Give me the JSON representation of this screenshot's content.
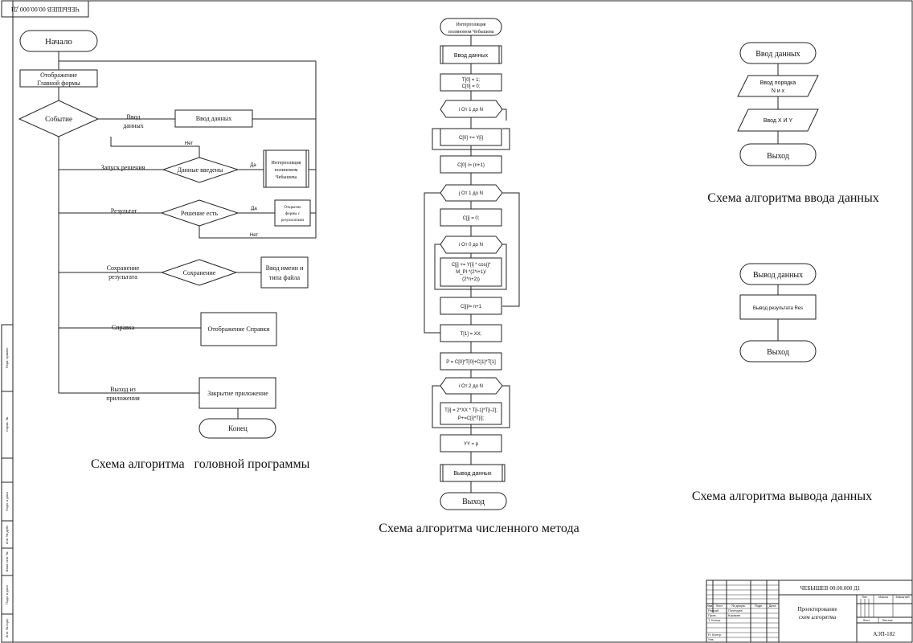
{
  "corner_stamp": "ЧЕБЫШЕВ 00.00.000 Д1",
  "main_program": {
    "start": "Начало",
    "display_main_form": [
      "Отображение",
      "Главной формы"
    ],
    "event": "Событие",
    "data_entry_label": [
      "Ввод",
      "данных"
    ],
    "data_entry_box": "Ввод данных",
    "no_label_1": "Нет",
    "run_solution_label": "Запуск решения",
    "data_entered": "Данные введены",
    "yes_label_1": "Да",
    "interpolation_box": [
      "Интерполяция",
      "полиномом",
      "Чебышева"
    ],
    "result_label": "Результат",
    "solution_exists": "Решение есть",
    "yes_label_2": "Да",
    "open_result_form": [
      "Открытие",
      "формы с",
      "результатами"
    ],
    "no_label_2": "Нет",
    "save_result_label": [
      "Сохранение",
      "результата"
    ],
    "saving": "Сохранение",
    "enter_file_name": [
      "Ввод имени и",
      "типа файла"
    ],
    "help_label": "Справка",
    "show_help": "Отображение Справки",
    "exit_label": [
      "Выход из",
      "приложения"
    ],
    "close_app": "Закрытие приложение",
    "end": "Конец",
    "caption": "Схема алгоритма   головной программы"
  },
  "numeric_method": {
    "title": [
      "Интерполяция",
      "полиномом Чебышева"
    ],
    "input": "Ввод данных",
    "step_init": [
      "T[0] = 1;",
      "C[0] = 0;"
    ],
    "loop_i1": "i От 1 до N",
    "step_c0": "C[0] += Y[i]",
    "step_c0_div": "C[0] /= (n+1)",
    "loop_j1": "j От 1 до N",
    "step_cj0": "C[j] = 0;",
    "loop_i0": "i От 0 до N",
    "step_cj_sum": [
      "C[j] += Y[i] * cos(j*",
      "M_PI *(2*i+1)/",
      "(2*n+2))"
    ],
    "step_cj_div": "C[j]/= n+1",
    "step_t1": "T[1] = XX;",
    "step_p": "P = C[0]*T[0]+C[1]*T[1]",
    "loop_i2": "i От 2 до N",
    "step_ti": [
      "T[i] = 2*XX * T[i-1]*T[i-2];",
      "P+=C[i]*T[i];"
    ],
    "step_yy": "YY = p",
    "output": "Вывод данных",
    "exit": "Выход",
    "caption": "Схема алгоритма численного метода"
  },
  "input_algorithm": {
    "start": "Ввод данных",
    "order_input": [
      "Ввод порядка",
      "N и х"
    ],
    "xy_input": "Ввод Х И Y",
    "exit": "Выход",
    "caption": "Схема алгоритма ввода данных"
  },
  "output_algorithm": {
    "start": "Вывод данных",
    "output_box": "Вывод результата Res",
    "exit": "Выход",
    "caption": "Схема алгоритма вывода данных"
  },
  "title_block": {
    "designation": "ЧЕБЫШЕВ 00.00.000 Д1",
    "doc_title": [
      "Проектирование",
      "схем алгоритма"
    ],
    "group": "АЭП-182",
    "header_cells": [
      "Изм.",
      "Лист",
      "№ докум.",
      "Подп.",
      "Дата"
    ],
    "roles": [
      "Разраб.",
      "Пров.",
      "Т. Контр.",
      "Н. Контр.",
      "Утв."
    ],
    "developer": "Почечуев",
    "checker": "Коракин",
    "stage_cells": [
      "Лит.",
      "Масса",
      "Масштаб"
    ],
    "sheet_cells": [
      "Лист",
      "Листов"
    ]
  },
  "side_stamp": [
    "Перв. примен.",
    "Справ. №",
    "Подп. и дата",
    "Инв. № дубл.",
    "Взам. инв. №",
    "Подп. и дата",
    "Инв. № подл."
  ]
}
